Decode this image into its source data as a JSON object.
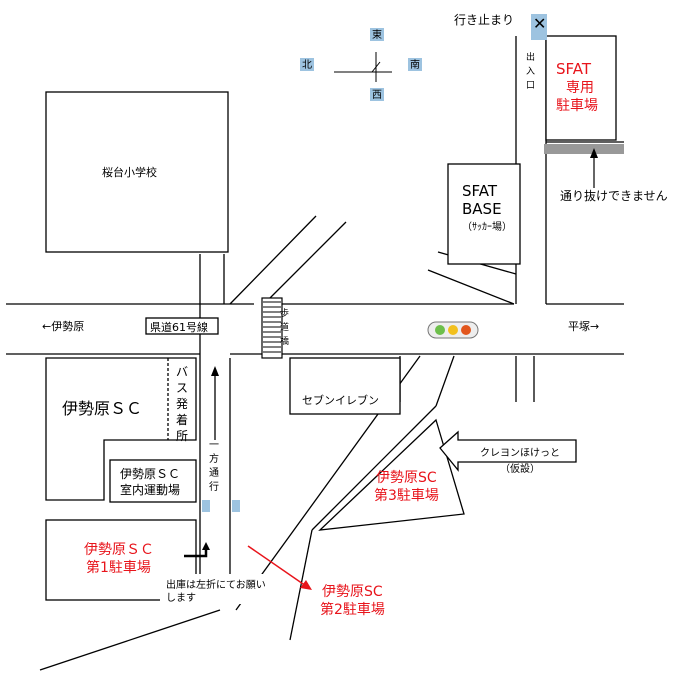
{
  "compass": {
    "north": "北",
    "east": "東",
    "south": "南",
    "west": "西"
  },
  "labels": {
    "dead_end": "行き止まり",
    "entrance_exit": [
      "出",
      "入",
      "口"
    ],
    "sfat_parking": [
      "SFAT",
      "専用",
      "駐車場"
    ],
    "no_through": "通り抜けできません",
    "sfat_base": [
      "SFAT",
      "BASE",
      "（ｻｯｶｰ場）"
    ],
    "school": "桜台小学校",
    "to_iseihara": "←伊勢原",
    "route": "県道61号線",
    "to_hiratsuka": "平塚→",
    "crosswalk": [
      "歩",
      "道",
      "橋"
    ],
    "bus_stop": [
      "バ",
      "ス",
      "発",
      "着",
      "所"
    ],
    "seven_eleven": "セブンイレブン",
    "iseihara_sc": "伊勢原ＳＣ",
    "one_way": [
      "一",
      "方",
      "通",
      "行"
    ],
    "indoor_gym": [
      "伊勢原ＳＣ",
      "室内運動場"
    ],
    "crayon_shop": [
      "クレヨンほけっと",
      "（仮設）"
    ],
    "parking3": [
      "伊勢原SC",
      "第3駐車場"
    ],
    "parking1": [
      "伊勢原ＳＣ",
      "第1駐車場"
    ],
    "exit_note": [
      "出庫は左折にてお願い",
      "します"
    ],
    "parking2": [
      "伊勢原SC",
      "第2駐車場"
    ]
  },
  "colors": {
    "accent_red": "#e8141b",
    "road_gray": "#999999",
    "compass_bg": "#9dc3e0",
    "traffic_green": "#6dbf4b",
    "traffic_yellow": "#f2c01e",
    "traffic_red": "#e2561d"
  }
}
